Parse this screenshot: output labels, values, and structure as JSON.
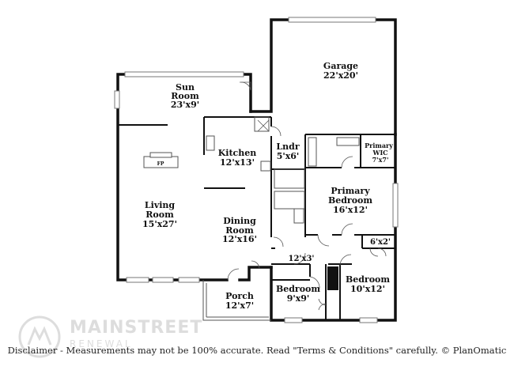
{
  "rooms": {
    "garage": {
      "name": "Garage",
      "size": "22'x20'"
    },
    "sun_room": {
      "name_1": "Sun",
      "name_2": "Room",
      "size": "23'x9'"
    },
    "kitchen": {
      "name": "Kitchen",
      "size": "12'x13'"
    },
    "laundry": {
      "name": "Lndr",
      "size": "5'x6'"
    },
    "primary_wic": {
      "name_1": "Primary",
      "name_2": "WIC",
      "size": "7'x7'"
    },
    "living_room": {
      "name_1": "Living",
      "name_2": "Room",
      "size": "15'x27'"
    },
    "dining_room": {
      "name_1": "Dining",
      "name_2": "Room",
      "size": "12'x16'"
    },
    "primary_bedroom": {
      "name_1": "Primary",
      "name_2": "Bedroom",
      "size": "16'x12'"
    },
    "closet_6x2": {
      "size": "6'x2'"
    },
    "hall": {
      "size": "12'x3'"
    },
    "bedroom_9x9": {
      "name": "Bedroom",
      "size": "9'x9'"
    },
    "bedroom_10x12": {
      "name": "Bedroom",
      "size": "10'x12'"
    },
    "porch": {
      "name": "Porch",
      "size": "12'x7'"
    }
  },
  "fireplace_label": "FP",
  "brand": {
    "name": "MAINSTREET",
    "sub": "RENEWAL"
  },
  "disclaimer": "Disclaimer - Measurements may not be 100% accurate. Read \"Terms & Conditions\" carefully. © PlanOmatic"
}
